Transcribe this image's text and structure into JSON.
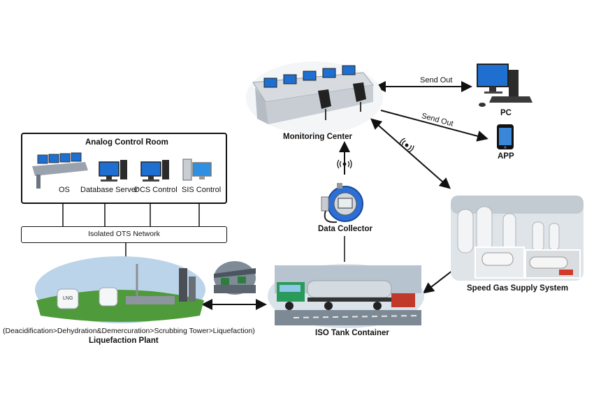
{
  "analog_room": {
    "title": "Analog Control Room",
    "items": [
      "OS",
      "Database Server",
      "DCS Control",
      "SIS Control"
    ]
  },
  "network": {
    "label": "Isolated OTS Network"
  },
  "monitoring_center": {
    "label": "Monitoring Center"
  },
  "pc": {
    "label": "PC",
    "link_label": "Send Out"
  },
  "app": {
    "label": "APP",
    "link_label": "Send Out"
  },
  "data_collector": {
    "label": "Data Collector"
  },
  "gas_supply": {
    "label": "Speed Gas Supply System"
  },
  "iso_tank": {
    "label": "ISO Tank Container"
  },
  "plant": {
    "label": "Liquefaction Plant",
    "process": "(Deacidification>Dehydration&Demercuration>Scrubbing Tower>Liquefaction)",
    "tank_text": "LNG"
  },
  "colors": {
    "line": "#111111",
    "screen": "#1e6fd0",
    "sky": "#bcd4ea",
    "grass": "#4f9a3a",
    "truck": "#2a9a5a"
  }
}
